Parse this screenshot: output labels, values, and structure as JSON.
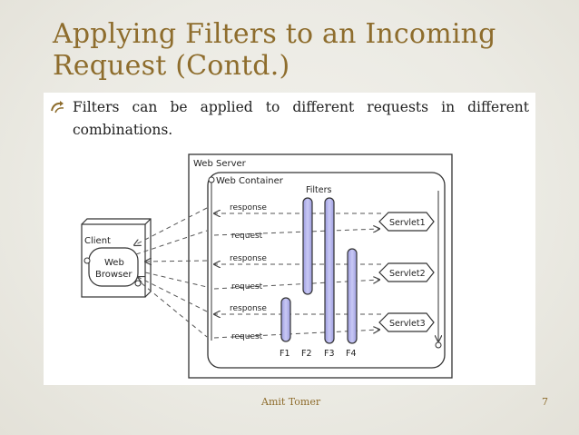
{
  "slide": {
    "title_line1": "Applying Filters to an Incoming",
    "title_line2": "Request (Contd.)",
    "bullet": "Filters can be applied to different requests in different combinations.",
    "bullet_icon": "curved-arrow-icon",
    "footer_author": "Amit Tomer",
    "page_number": "7"
  },
  "diagram": {
    "web_server_label": "Web Server",
    "web_container_label": "Web Container",
    "filters_label": "Filters",
    "client_label": "Client",
    "browser_label_1": "Web",
    "browser_label_2": "Browser",
    "response_label": "response",
    "request_label": "request",
    "servlets": [
      "Servlet1",
      "Servlet2",
      "Servlet3"
    ],
    "filter_names": [
      "F1",
      "F2",
      "F3",
      "F4"
    ],
    "colors": {
      "filter_fill": "#b7b7ef",
      "accent": "#8e6d2d"
    }
  }
}
